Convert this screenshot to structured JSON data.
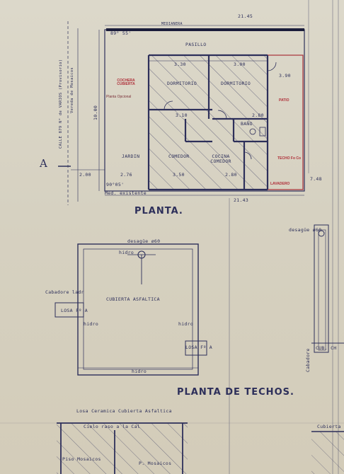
{
  "plans": {
    "planta": {
      "title": "PLANTA.",
      "mark_A": "A",
      "medianera": "MEDIANERA",
      "angle": "89° 55'",
      "pasillo": "PASILLO",
      "cochera": "COCHERA CUBIERTA",
      "cochera_note": "Planta Opcional",
      "dormitorio1": "DORMITORIO",
      "dormitorio2": "DORMITORIO",
      "patio": "PATIO",
      "bano": "BAÑO",
      "jardin": "JARDIN",
      "comedor": "COMEDOR",
      "cocina_comedor": "COCINA COMEDOR",
      "techo_fo_co": "TECHO Fo Co",
      "lavadero": "LAVADERO",
      "angle2": "90°05'",
      "med_existente": "Med. existente",
      "street_text": "CALLE 879 N° de VARIOS (Provisorio)",
      "vereda": "Vereda de Mosaicos",
      "dim_1000": "10.00",
      "dim_2145": "21.45",
      "dim_2143": "21.43",
      "dim_200": "2.00",
      "dim_276": "2.76",
      "dim_350": "3.50",
      "dim_2_80": "2.80",
      "dim_748": "7.48",
      "dim_330": "3.30",
      "dim_300": "3.00",
      "dim_390": "3.90",
      "dim_310": "3.10",
      "dim_280": "2.80"
    },
    "techos": {
      "title": "PLANTA DE TECHOS.",
      "desague": "desagüe ø60",
      "desague_right": "desagüe ø60",
      "cubierta": "CUBIERTA ASFALTICA",
      "losa_left": "LOSA Fº A",
      "losa_right": "LOSA Fº A",
      "cabadore_left": "Cabadore ladr",
      "cabadore_right": "Cabadore",
      "hidro": "hidro",
      "hidro2": "hidro",
      "hidro3": "hidro",
      "hidro_bottom": "hidro",
      "cub_right": "CUB. CH"
    },
    "corte": {
      "losa_text": "Losa Ceramica Cubierta Asfaltica",
      "cielo": "Cielo raso a la Cal",
      "piso": "Piso Mosaicos",
      "piso2": "P. Mosaicos",
      "cubierta_right": "Cubierta"
    }
  }
}
